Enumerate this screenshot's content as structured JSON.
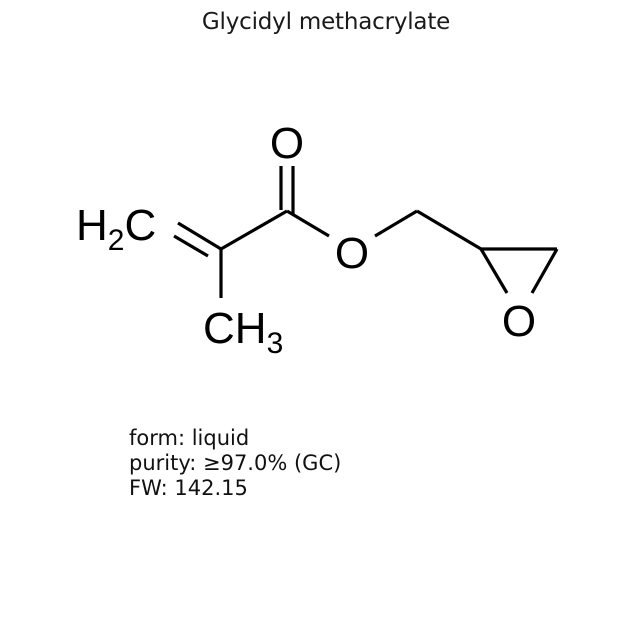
{
  "title": "Glycidyl methacrylate",
  "structure": {
    "atoms": {
      "terminal_ch2": {
        "label": "H",
        "sub": "2",
        "tail": "C"
      },
      "methyl": {
        "label": "CH",
        "sub": "3"
      },
      "carbonyl_o": {
        "label": "O"
      },
      "ester_o": {
        "label": "O"
      },
      "epoxide_o": {
        "label": "O"
      }
    },
    "bond_color": "#000000"
  },
  "properties": {
    "form": "form: liquid",
    "purity": "purity: ≥97.0% (GC)",
    "fw": "FW: 142.15"
  }
}
